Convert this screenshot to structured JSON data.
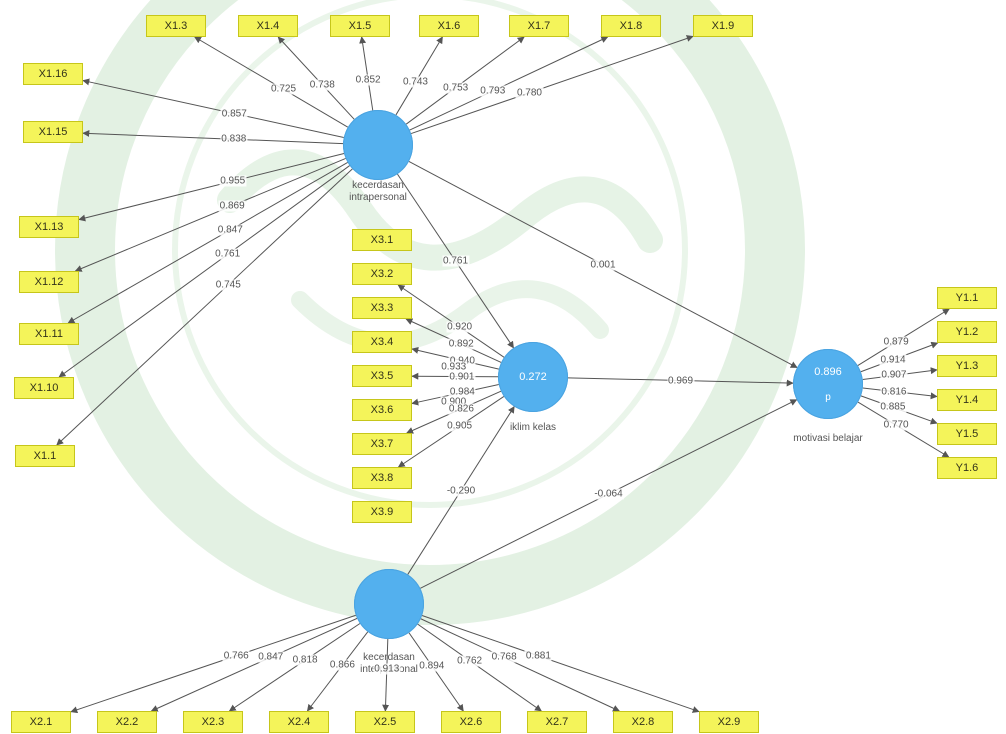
{
  "diagram": {
    "constructs": [
      {
        "id": "KI",
        "name": "kecerdasan\nintrapersonal",
        "r2": "",
        "sub": ""
      },
      {
        "id": "IK",
        "name": "iklim kelas",
        "r2": "0.272",
        "sub": ""
      },
      {
        "id": "MB",
        "name": "motivasi belajar",
        "r2": "0.896",
        "sub": "p"
      },
      {
        "id": "KE",
        "name": "kecerdasan\ninterpersonal",
        "r2": "",
        "sub": ""
      }
    ],
    "indicators": [
      "X1.3",
      "X1.4",
      "X1.5",
      "X1.6",
      "X1.7",
      "X1.8",
      "X1.9",
      "X1.16",
      "X1.15",
      "X1.13",
      "X1.12",
      "X1.11",
      "X1.10",
      "X1.1",
      "X3.1",
      "X3.2",
      "X3.3",
      "X3.4",
      "X3.5",
      "X3.6",
      "X3.7",
      "X3.8",
      "X3.9",
      "Y1.1",
      "Y1.2",
      "Y1.3",
      "Y1.4",
      "Y1.5",
      "Y1.6",
      "X2.1",
      "X2.2",
      "X2.3",
      "X2.4",
      "X2.5",
      "X2.6",
      "X2.7",
      "X2.8",
      "X2.9"
    ],
    "loadings": [
      {
        "from": "KI",
        "to": "X1.3",
        "value": "0.725"
      },
      {
        "from": "KI",
        "to": "X1.4",
        "value": "0.738"
      },
      {
        "from": "KI",
        "to": "X1.5",
        "value": "0.852"
      },
      {
        "from": "KI",
        "to": "X1.6",
        "value": "0.743"
      },
      {
        "from": "KI",
        "to": "X1.7",
        "value": "0.753"
      },
      {
        "from": "KI",
        "to": "X1.8",
        "value": "0.793"
      },
      {
        "from": "KI",
        "to": "X1.9",
        "value": "0.780"
      },
      {
        "from": "KI",
        "to": "X1.16",
        "value": "0.857"
      },
      {
        "from": "KI",
        "to": "X1.15",
        "value": "0.838"
      },
      {
        "from": "KI",
        "to": "X1.13",
        "value": "0.955"
      },
      {
        "from": "KI",
        "to": "X1.12",
        "value": "0.869"
      },
      {
        "from": "KI",
        "to": "X1.11",
        "value": "0.847"
      },
      {
        "from": "KI",
        "to": "X1.10",
        "value": "0.761"
      },
      {
        "from": "KI",
        "to": "X1.1",
        "value": "0.745"
      },
      {
        "from": "IK",
        "to": "X3.2",
        "value": "0.920"
      },
      {
        "from": "IK",
        "to": "X3.3",
        "value": "0.892"
      },
      {
        "from": "IK",
        "to": "X3.4",
        "value": "0.940"
      },
      {
        "from": "IK",
        "to": "X3.4",
        "value": "0.933"
      },
      {
        "from": "IK",
        "to": "X3.5",
        "value": "0.901"
      },
      {
        "from": "IK",
        "to": "X3.6",
        "value": "0.984"
      },
      {
        "from": "IK",
        "to": "X3.6",
        "value": "0.900"
      },
      {
        "from": "IK",
        "to": "X3.7",
        "value": "0.826"
      },
      {
        "from": "IK",
        "to": "X3.8",
        "value": "0.905"
      },
      {
        "from": "MB",
        "to": "Y1.1",
        "value": "0.879"
      },
      {
        "from": "MB",
        "to": "Y1.2",
        "value": "0.914"
      },
      {
        "from": "MB",
        "to": "Y1.3",
        "value": "0.907"
      },
      {
        "from": "MB",
        "to": "Y1.4",
        "value": "0.816"
      },
      {
        "from": "MB",
        "to": "Y1.5",
        "value": "0.885"
      },
      {
        "from": "MB",
        "to": "Y1.6",
        "value": "0.770"
      },
      {
        "from": "KE",
        "to": "X2.1",
        "value": "0.766"
      },
      {
        "from": "KE",
        "to": "X2.2",
        "value": "0.847"
      },
      {
        "from": "KE",
        "to": "X2.3",
        "value": "0.818"
      },
      {
        "from": "KE",
        "to": "X2.4",
        "value": "0.866"
      },
      {
        "from": "KE",
        "to": "X2.5",
        "value": "0.913"
      },
      {
        "from": "KE",
        "to": "X2.6",
        "value": "0.894"
      },
      {
        "from": "KE",
        "to": "X2.7",
        "value": "0.762"
      },
      {
        "from": "KE",
        "to": "X2.8",
        "value": "0.768"
      },
      {
        "from": "KE",
        "to": "X2.9",
        "value": "0.881"
      }
    ],
    "paths": [
      {
        "from": "KI",
        "to": "IK",
        "value": "0.761"
      },
      {
        "from": "KI",
        "to": "MB",
        "value": "0.001"
      },
      {
        "from": "IK",
        "to": "MB",
        "value": "0.969"
      },
      {
        "from": "KE",
        "to": "IK",
        "value": "-0.290"
      },
      {
        "from": "KE",
        "to": "MB",
        "value": "-0.064"
      }
    ],
    "colors": {
      "construct": "#53b0ee",
      "indicator": "#f4f45a",
      "indicator_border": "#c6c61a",
      "edge": "#555555",
      "watermark": "#dcefdc"
    }
  }
}
